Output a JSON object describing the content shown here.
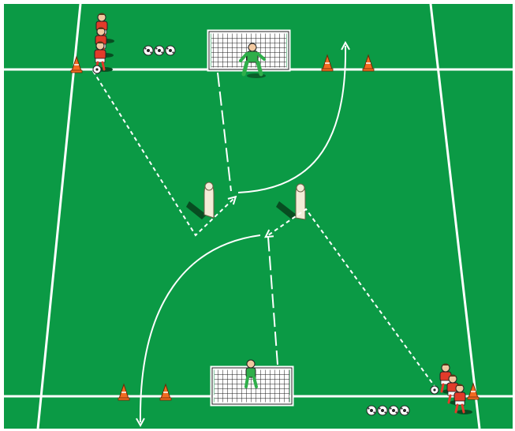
{
  "pitch": {
    "grass_color": "#0b9a45",
    "line_color": "#ffffff",
    "border_color": "#ffffff"
  },
  "goals": [
    {
      "id": "top",
      "keeper_kit": "#2fae4a"
    },
    {
      "id": "bottom",
      "keeper_kit": "#2fae4a"
    }
  ],
  "cones": {
    "color": "#f26b21",
    "count": 6
  },
  "mannequins": {
    "color": "#f3ecd8",
    "count": 2
  },
  "teams": {
    "red_kit": "#e23b2a",
    "top_left_group_size": 3,
    "bottom_right_group_size": 3
  },
  "ball_piles": [
    {
      "id": "top",
      "count": 3
    },
    {
      "id": "bottom",
      "count": 4
    }
  ],
  "movement": {
    "pass_style": "short-dashed",
    "dribble_style": "long-dashed",
    "run_style": "solid"
  }
}
